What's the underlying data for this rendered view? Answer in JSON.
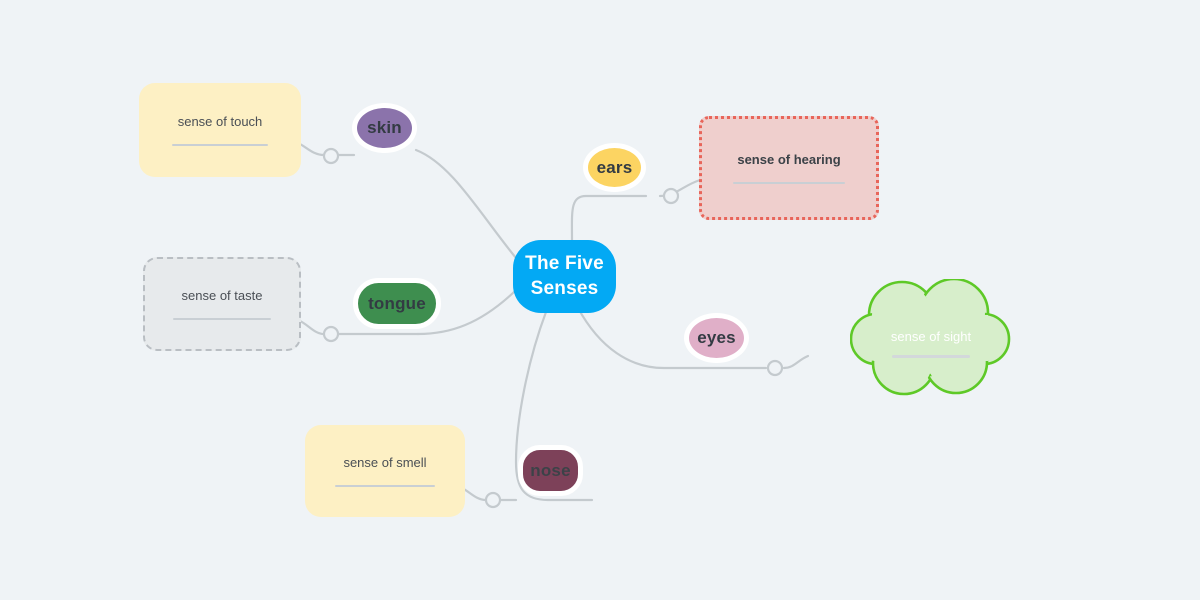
{
  "diagram": {
    "title": "The Five Senses",
    "background_color": "#eff3f6",
    "connector_color": "#c4cace",
    "central": {
      "label": "The Five Senses",
      "line1": "The Five",
      "line2": "Senses",
      "color": "#03a9f4",
      "text_color": "#ffffff"
    },
    "branches": [
      {
        "organ": "skin",
        "organ_color": "#8b73ab",
        "note": "sense of touch",
        "note_style": "yellow-rounded",
        "note_color": "#fdf0c4"
      },
      {
        "organ": "ears",
        "organ_color": "#fcd462",
        "note": "sense of hearing",
        "note_style": "red-dotted",
        "note_color": "#efcfcd",
        "note_border_color": "#e8655a"
      },
      {
        "organ": "tongue",
        "organ_color": "#3e8e4f",
        "note": "sense of taste",
        "note_style": "gray-dashed",
        "note_color": "#e7eaec",
        "note_border_color": "#b9bec3"
      },
      {
        "organ": "eyes",
        "organ_color": "#e0afc8",
        "note": "sense of sight",
        "note_style": "green-cloud",
        "note_color": "#d7eecb",
        "note_border_color": "#5ec927"
      },
      {
        "organ": "nose",
        "organ_color": "#7d4159",
        "note": "sense of smell",
        "note_style": "yellow-rounded",
        "note_color": "#fdf0c4"
      }
    ]
  }
}
